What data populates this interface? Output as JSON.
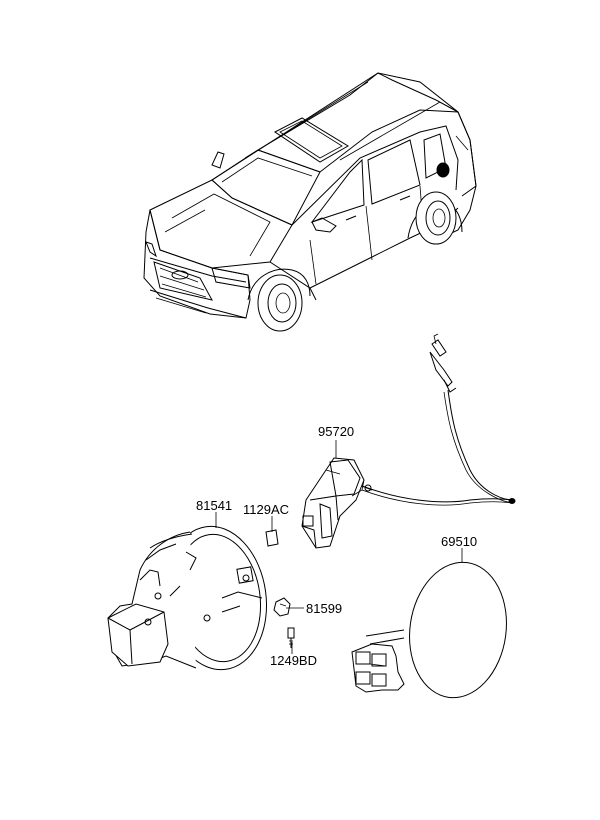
{
  "diagram": {
    "part_labels": {
      "p95720": "95720",
      "p81541": "81541",
      "p1129AC": "1129AC",
      "p69510": "69510",
      "p81599": "81599",
      "p1249BD": "1249BD"
    },
    "illustrations": [
      "suv-vehicle",
      "fuel-door-opener-cable",
      "fuel-filler-housing",
      "fuel-filler-door"
    ]
  }
}
